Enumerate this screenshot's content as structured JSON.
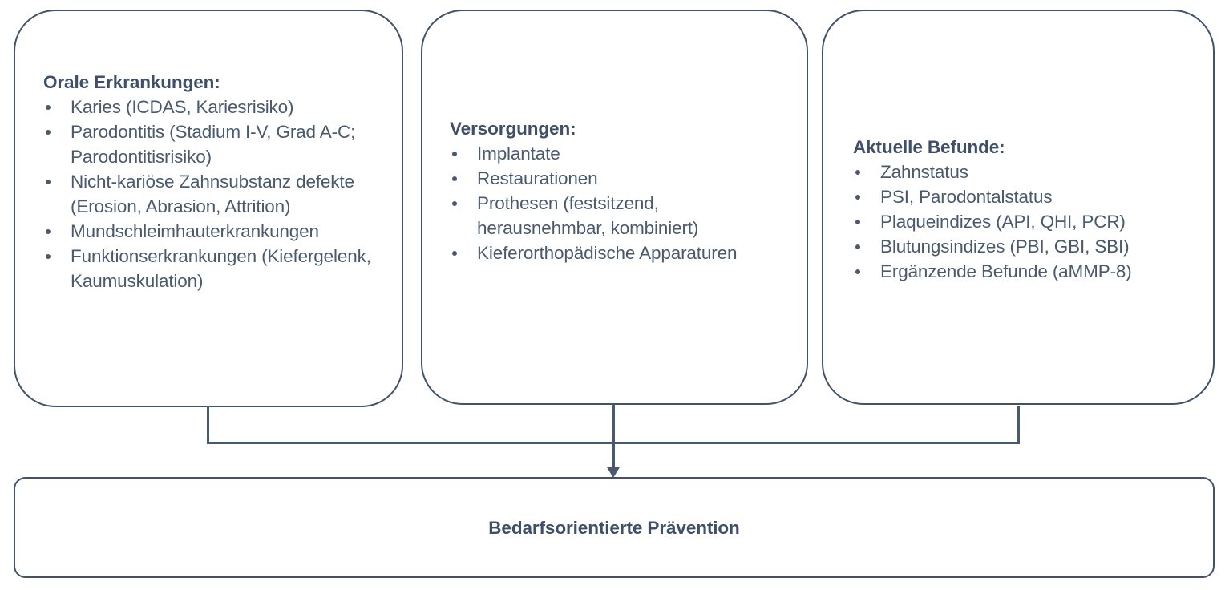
{
  "diagram": {
    "title_implicit": "Bedarfsorientierte Prävention",
    "accent_color": "#41526b",
    "text_color": "#4a5a6e",
    "heading_color": "#3e4f67",
    "background_color": "#ffffff"
  },
  "cards": [
    {
      "id": "orale-erkrankungen",
      "heading": "Orale Erkrankungen:",
      "items": [
        "Karies (ICDAS, Kariesrisiko)",
        "Parodontitis (Stadium I-V, Grad A-C; Parodontitisrisiko)",
        "Nicht-kariöse Zahnsubstanz defekte (Erosion, Abrasion, Attrition)",
        "Mundschleimhauterkrankungen",
        "Funktionserkrankungen (Kiefergelenk, Kaumuskulation)"
      ]
    },
    {
      "id": "versorgungen",
      "heading": "Versorgungen:",
      "items": [
        "Implantate",
        "Restaurationen",
        "Prothesen (festsitzend, herausnehmbar, kombiniert)",
        "Kieferorthopädische Apparaturen"
      ]
    },
    {
      "id": "aktuelle-befunde",
      "heading": "Aktuelle Befunde:",
      "items": [
        "Zahnstatus",
        "PSI, Parodontalstatus",
        "Plaqueindizes (API, QHI, PCR)",
        "Blutungsindizes (PBI, GBI, SBI)",
        "Ergänzende Befunde (aMMP-8)"
      ]
    }
  ],
  "outcome": {
    "label": "Bedarfsorientierte Prävention"
  }
}
